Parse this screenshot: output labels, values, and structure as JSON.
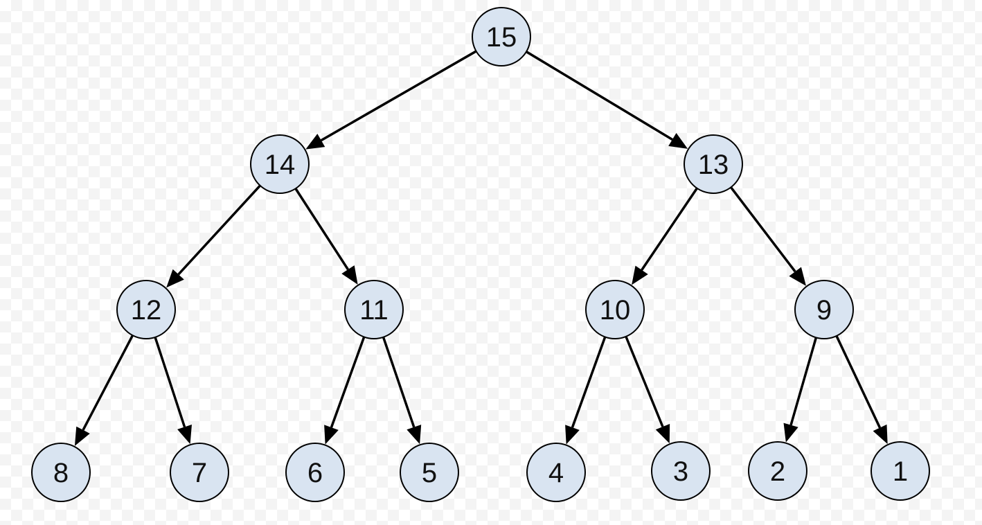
{
  "diagram": {
    "type": "binary-tree",
    "colors": {
      "node_fill": "#d9e4f1",
      "node_stroke": "#000000",
      "edge": "#000000"
    },
    "nodes": [
      {
        "id": "n15",
        "label": "15"
      },
      {
        "id": "n14",
        "label": "14"
      },
      {
        "id": "n13",
        "label": "13"
      },
      {
        "id": "n12",
        "label": "12"
      },
      {
        "id": "n11",
        "label": "11"
      },
      {
        "id": "n10",
        "label": "10"
      },
      {
        "id": "n9",
        "label": "9"
      },
      {
        "id": "n8",
        "label": "8"
      },
      {
        "id": "n7",
        "label": "7"
      },
      {
        "id": "n6",
        "label": "6"
      },
      {
        "id": "n5",
        "label": "5"
      },
      {
        "id": "n4",
        "label": "4"
      },
      {
        "id": "n3",
        "label": "3"
      },
      {
        "id": "n2",
        "label": "2"
      },
      {
        "id": "n1",
        "label": "1"
      }
    ],
    "edges": [
      {
        "from": "n15",
        "to": "n14"
      },
      {
        "from": "n15",
        "to": "n13"
      },
      {
        "from": "n14",
        "to": "n12"
      },
      {
        "from": "n14",
        "to": "n11"
      },
      {
        "from": "n13",
        "to": "n10"
      },
      {
        "from": "n13",
        "to": "n9"
      },
      {
        "from": "n12",
        "to": "n8"
      },
      {
        "from": "n12",
        "to": "n7"
      },
      {
        "from": "n11",
        "to": "n6"
      },
      {
        "from": "n11",
        "to": "n5"
      },
      {
        "from": "n10",
        "to": "n4"
      },
      {
        "from": "n10",
        "to": "n3"
      },
      {
        "from": "n9",
        "to": "n2"
      },
      {
        "from": "n9",
        "to": "n1"
      }
    ]
  }
}
